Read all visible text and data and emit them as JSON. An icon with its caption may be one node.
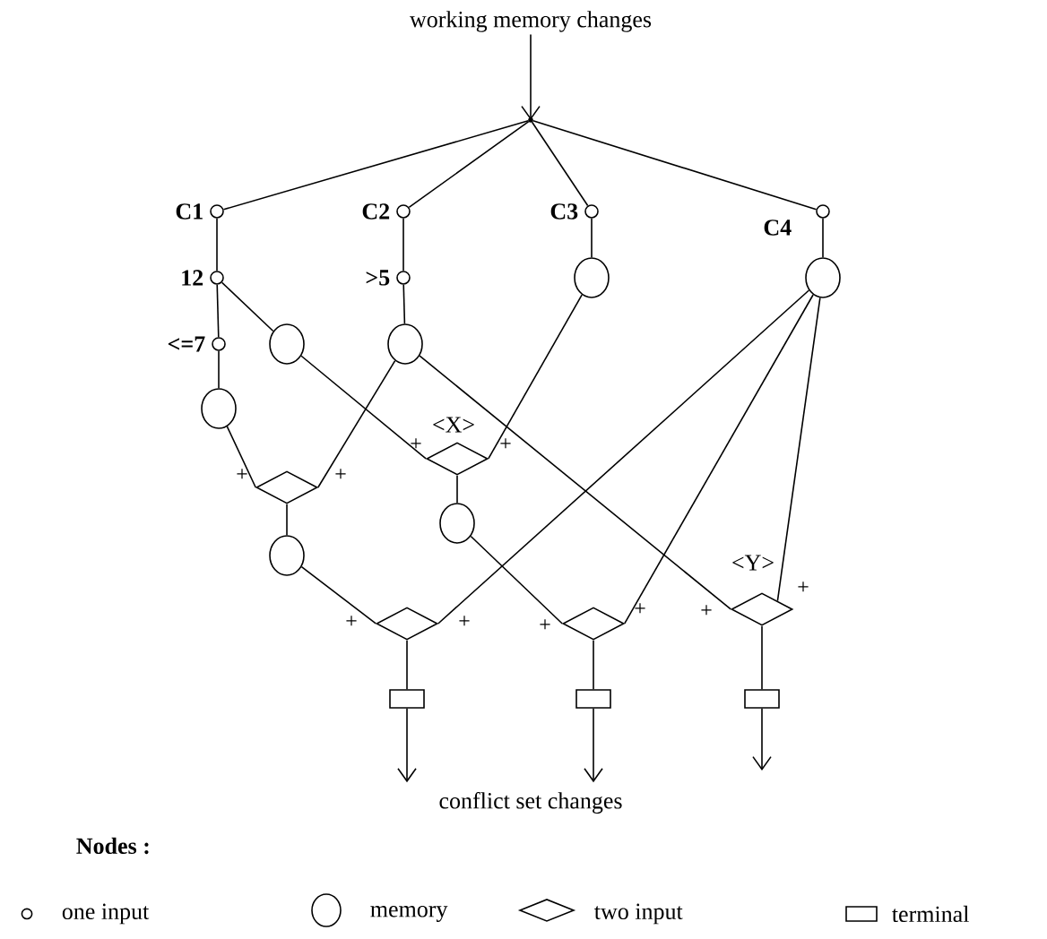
{
  "diagram": {
    "nodes": [
      {
        "text": [
          "working memory changes"
        ]
      },
      {
        "text": [],
        "shape": "circle",
        "beside": [
          "C1"
        ]
      },
      {
        "text": [],
        "shape": "circle",
        "beside": [
          "C2"
        ]
      },
      {
        "text": [],
        "shape": "circle",
        "beside": [
          "C3"
        ]
      },
      {
        "text": [],
        "shape": "circle",
        "beside": [
          "C4"
        ]
      },
      {
        "text": [],
        "shape": "circle",
        "beside": [
          "12"
        ]
      },
      {
        "text": [],
        "shape": "circle",
        "beside": [
          ">5"
        ]
      },
      {
        "text": [],
        "shape": "circle"
      },
      {
        "text": [],
        "shape": "circle"
      },
      {
        "text": [],
        "shape": "circle",
        "beside": [
          "<=7"
        ]
      },
      {
        "text": [],
        "shape": "circle"
      },
      {
        "text": [],
        "shape": "circle"
      },
      {
        "text": [],
        "shape": "circle"
      },
      {
        "text": [],
        "shape": "diamond"
      },
      {
        "text": [],
        "shape": "diamond",
        "beside": [
          "<X>"
        ]
      },
      {
        "text": [],
        "shape": "circle"
      },
      {
        "text": [],
        "shape": "circle"
      },
      {
        "text": [],
        "shape": "diamond"
      },
      {
        "text": [],
        "shape": "diamond"
      },
      {
        "text": [],
        "shape": "diamond",
        "beside": [
          "<Y>"
        ]
      },
      {
        "text": [],
        "shape": "box"
      },
      {
        "text": [],
        "shape": "box"
      },
      {
        "text": [],
        "shape": "box"
      },
      {
        "text": [
          "conflict set changes"
        ]
      },
      {
        "text": [],
        "shape": "point"
      }
    ],
    "edges": [
      {
        "from": 0,
        "to": 24,
        "arrow": "to"
      },
      {
        "from": 24,
        "to": 2,
        "arrow": "none"
      },
      {
        "from": 24,
        "to": 3,
        "arrow": "none"
      },
      {
        "from": 24,
        "to": 4,
        "arrow": "none"
      },
      {
        "from": 1,
        "to": 5,
        "arrow": "none"
      },
      {
        "from": 5,
        "to": 9,
        "arrow": "none"
      },
      {
        "from": 5,
        "to": 10,
        "arrow": "none"
      },
      {
        "from": 9,
        "to": 12,
        "arrow": "none"
      },
      {
        "from": 2,
        "to": 6,
        "arrow": "none"
      },
      {
        "from": 6,
        "to": 11,
        "arrow": "none"
      },
      {
        "from": 3,
        "to": 7,
        "arrow": "none"
      },
      {
        "from": 4,
        "to": 8,
        "arrow": "none"
      },
      {
        "from": 12,
        "to": 13,
        "arrow": "none"
      },
      {
        "from": 11,
        "to": 13,
        "arrow": "none"
      },
      {
        "from": 10,
        "to": 14,
        "arrow": "none"
      },
      {
        "from": 7,
        "to": 14,
        "arrow": "none"
      },
      {
        "from": 11,
        "to": 19,
        "arrow": "none"
      },
      {
        "from": 13,
        "to": 16,
        "arrow": "none"
      },
      {
        "from": 14,
        "to": 15,
        "arrow": "none"
      },
      {
        "from": 16,
        "to": 17,
        "arrow": "none"
      },
      {
        "from": 8,
        "to": 17,
        "arrow": "none"
      },
      {
        "from": 15,
        "to": 18,
        "arrow": "none"
      },
      {
        "from": 8,
        "to": 18,
        "arrow": "none"
      },
      {
        "from": 8,
        "to": 19,
        "arrow": "none"
      },
      {
        "from": 17,
        "to": 20,
        "arrow": "none"
      },
      {
        "from": 18,
        "to": 21,
        "arrow": "none"
      },
      {
        "from": 19,
        "to": 22,
        "arrow": "none"
      },
      {
        "from": 20,
        "to": 23,
        "arrow": "to"
      },
      {
        "from": 21,
        "to": 23,
        "arrow": "to"
      },
      {
        "from": 22,
        "to": null,
        "arrow": "to"
      },
      {
        "from": 24,
        "to": 1,
        "arrow": "none"
      }
    ],
    "labels": [
      "+",
      "+",
      "+",
      "+",
      "+",
      "+",
      "+",
      "+",
      "+",
      "+",
      "Nodes :"
    ],
    "legend": [
      {
        "text": "one input"
      },
      {
        "text": "memory"
      },
      {
        "text": "two input"
      },
      {
        "text": "terminal"
      }
    ]
  }
}
